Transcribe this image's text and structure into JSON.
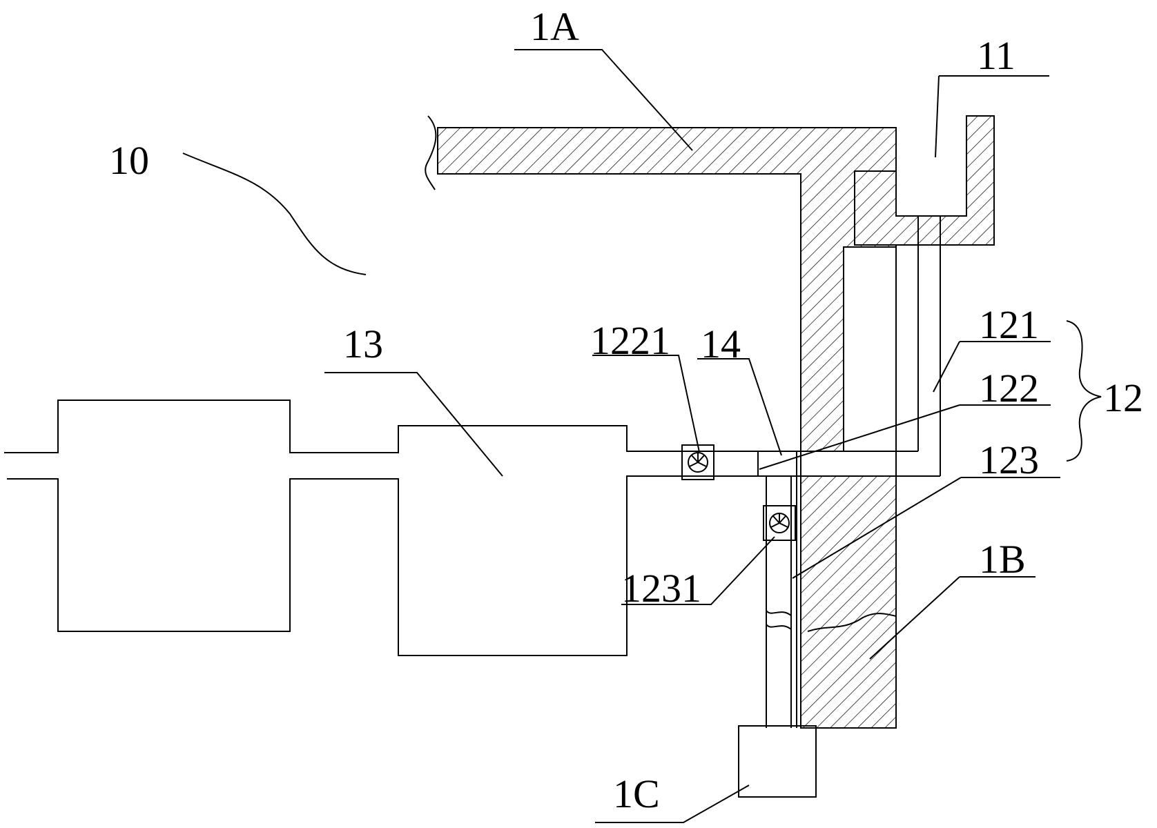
{
  "labels": {
    "l_10": "10",
    "l_1A": "1A",
    "l_11": "11",
    "l_13": "13",
    "l_1221": "1221",
    "l_14": "14",
    "l_121": "121",
    "l_122": "122",
    "l_12": "12",
    "l_123": "123",
    "l_1231": "1231",
    "l_1B": "1B",
    "l_1C": "1C"
  },
  "colors": {
    "line": "#000000",
    "background": "#ffffff"
  },
  "icons": [
    "fan-icon",
    "fan-icon"
  ]
}
